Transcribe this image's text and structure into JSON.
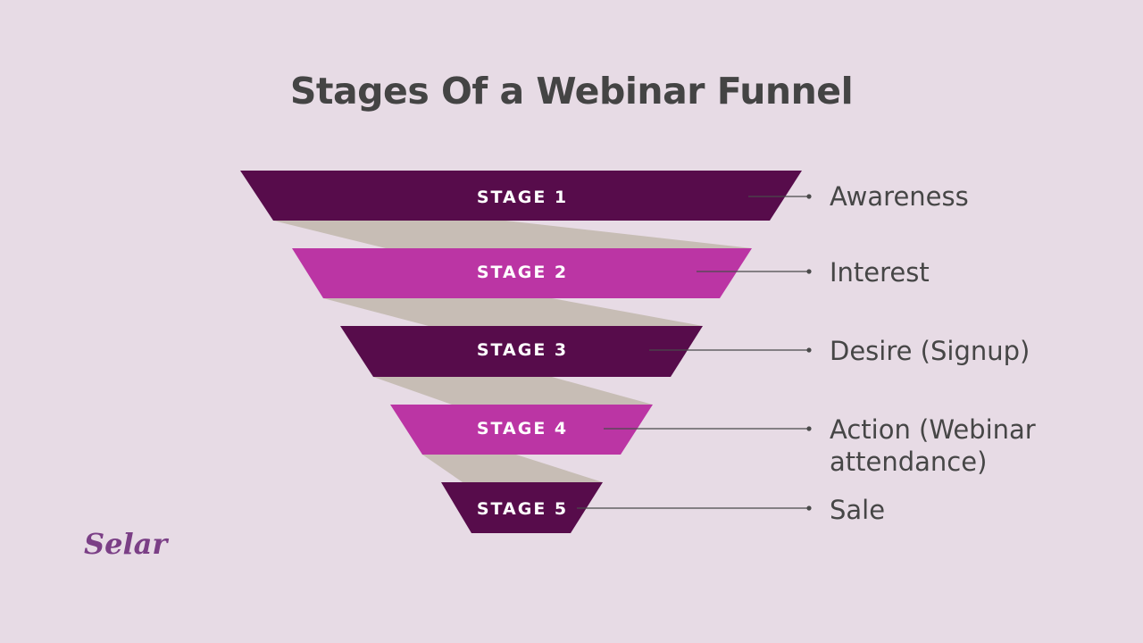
{
  "title": "Stages Of a Webinar Funnel",
  "colors": {
    "background": "#e7dbe5",
    "dark_stage": "#570c4b",
    "light_stage": "#bb35a4",
    "connector": "#c7bdb5",
    "text": "#464646"
  },
  "stages": [
    {
      "label": "STAGE 1",
      "description": "Awareness"
    },
    {
      "label": "STAGE 2",
      "description": "Interest"
    },
    {
      "label": "STAGE 3",
      "description": "Desire (Signup)"
    },
    {
      "label": "STAGE 4",
      "description": "Action (Webinar attendance)"
    },
    {
      "label": "STAGE 5",
      "description": "Sale"
    }
  ],
  "logo": "Selar"
}
